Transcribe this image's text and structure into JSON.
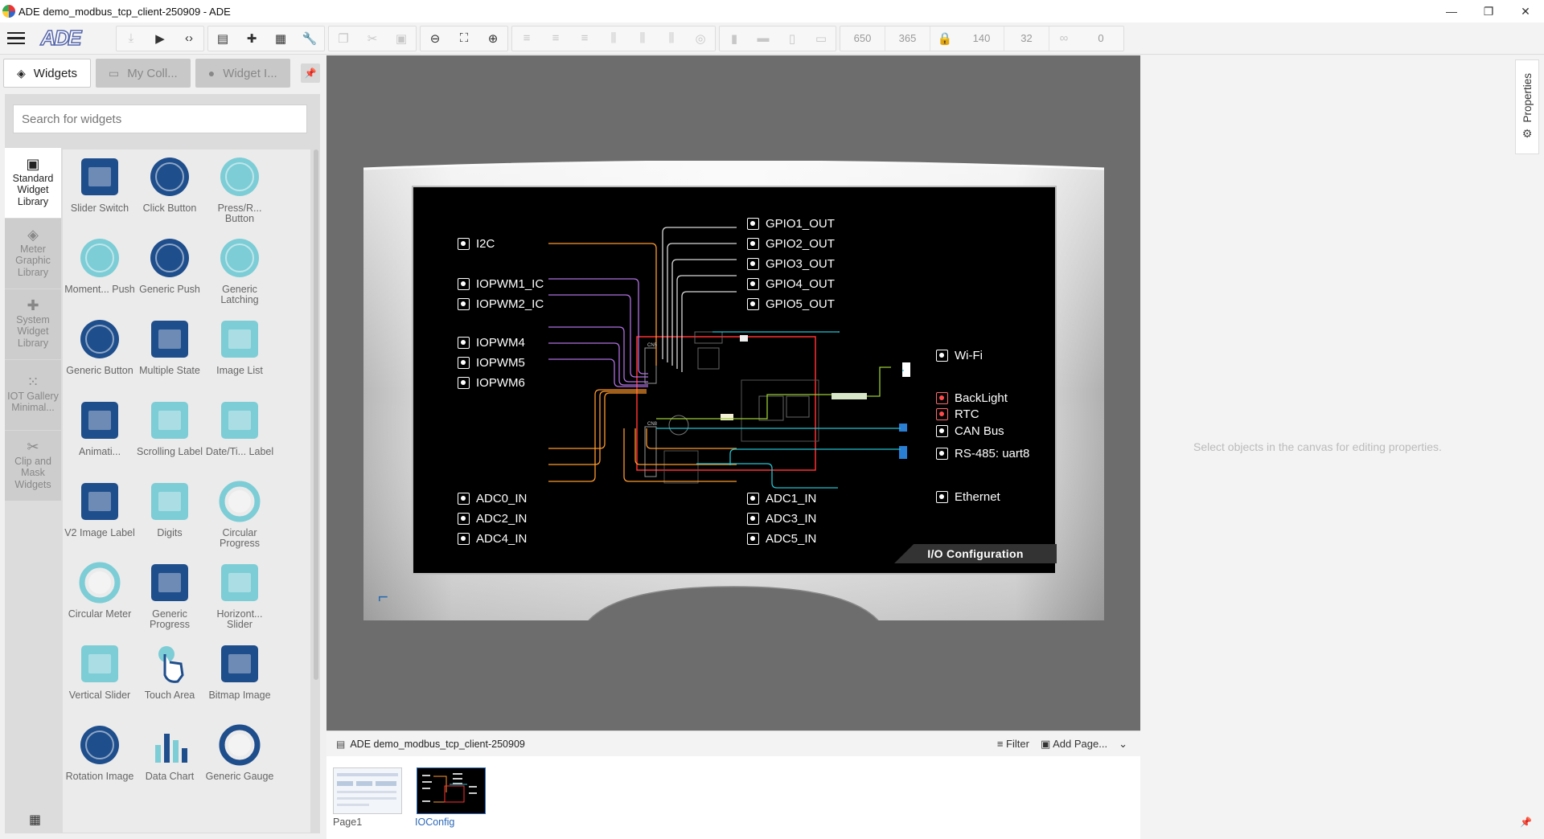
{
  "window": {
    "title": "ADE demo_modbus_tcp_client-250909 - ADE",
    "controls": [
      "—",
      "❐",
      "✕"
    ]
  },
  "toolbar": {
    "logo_text": "ADE",
    "position": {
      "x": "650",
      "y": "365"
    },
    "size": {
      "w": "140",
      "h": "32"
    },
    "rotation": "0"
  },
  "left_panel": {
    "tabs": [
      {
        "label": "Widgets",
        "icon": "layers-icon"
      },
      {
        "label": "My Coll...",
        "icon": "folder-icon"
      },
      {
        "label": "Widget I...",
        "icon": "location-pin-icon"
      }
    ],
    "search": {
      "placeholder": "Search for widgets",
      "value": ""
    },
    "libraries": [
      {
        "label": "Standard Widget Library",
        "icon": "library-icon"
      },
      {
        "label": "Meter Graphic Library",
        "icon": "layers-icon"
      },
      {
        "label": "System Widget Library",
        "icon": "puzzle-icon"
      },
      {
        "label": "IOT Gallery Minimal...",
        "icon": "grid-icon"
      },
      {
        "label": "Clip and Mask Widgets",
        "icon": "scissors-icon"
      }
    ],
    "widgets": [
      "Slider Switch",
      "Click Button",
      "Press/R... Button",
      "Moment... Push",
      "Generic Push",
      "Generic Latching",
      "Generic Button",
      "Multiple State",
      "Image List",
      "Animati...",
      "Scrolling Label",
      "Date/Ti... Label",
      "V2 Image Label",
      "Digits",
      "Circular Progress",
      "Circular Meter",
      "Generic Progress",
      "Horizont... Slider",
      "Vertical Slider",
      "Touch Area",
      "Bitmap Image",
      "Rotation Image",
      "Data Chart",
      "Generic Gauge"
    ]
  },
  "canvas": {
    "screen_labels_left": [
      "I2C",
      "IOPWM1_IC",
      "IOPWM2_IC",
      "IOPWM4",
      "IOPWM5",
      "IOPWM6",
      "ADC0_IN",
      "ADC2_IN",
      "ADC4_IN"
    ],
    "screen_labels_center": [
      "GPIO1_OUT",
      "GPIO2_OUT",
      "GPIO3_OUT",
      "GPIO4_OUT",
      "GPIO5_OUT",
      "ADC1_IN",
      "ADC3_IN",
      "ADC5_IN"
    ],
    "screen_labels_right": [
      "Wi-Fi",
      "BackLight",
      "RTC",
      "CAN Bus",
      "RS-485: uart8",
      "Ethernet"
    ],
    "connector_labels": [
      "CN5",
      "CN8"
    ],
    "banner": "I/O Configuration"
  },
  "page_bar": {
    "project_name": "ADE demo_modbus_tcp_client-250909",
    "filter_label": "Filter",
    "add_page_label": "Add Page...",
    "pages": [
      "Page1",
      "IOConfig"
    ]
  },
  "properties": {
    "tab_label": "Properties",
    "hint": "Select objects in the canvas for editing properties."
  },
  "colors": {
    "accent_blue": "#2a67b8",
    "widget_teal": "#7dcdd6",
    "widget_navy": "#1f4e8c",
    "trace_orange": "#ff9a2e",
    "trace_red": "#ff3030",
    "trace_cyan": "#22c4d4",
    "trace_purple": "#b070e0",
    "trace_white": "#d8d8d8"
  }
}
